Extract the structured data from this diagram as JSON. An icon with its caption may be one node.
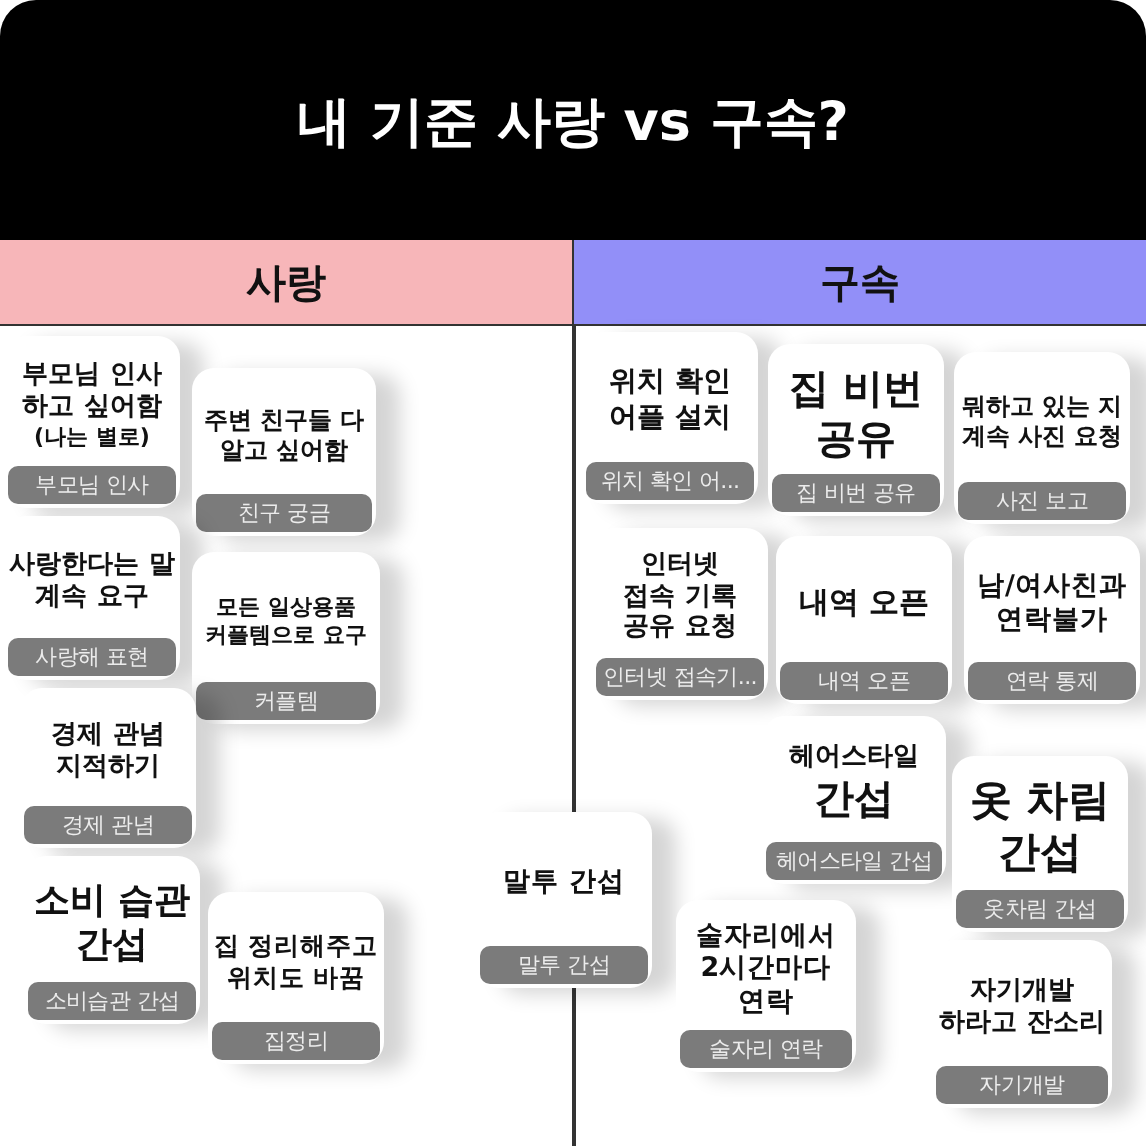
{
  "diagram": {
    "title": "내 기준 사랑 vs 구속?",
    "nodes": [
      {
        "text": [
          "사랑"
        ]
      },
      {
        "text": [
          "구속"
        ]
      },
      {
        "text": [
          "부모님 인사 하고 싶어함",
          "(나는 별로)"
        ]
      },
      {
        "text": [
          "부모님 인사"
        ],
        "in": 2
      },
      {
        "text": [
          "주변 친구들 다 알고 싶어함"
        ]
      },
      {
        "text": [
          "친구 궁금"
        ],
        "in": 4
      },
      {
        "text": [
          "사랑한다는 말 계속 요구"
        ]
      },
      {
        "text": [
          "사랑해 표현"
        ],
        "in": 6
      },
      {
        "text": [
          "모든 일상용품 커플템으로 요구"
        ]
      },
      {
        "text": [
          "커플템"
        ],
        "in": 8
      },
      {
        "text": [
          "경제 관념 지적하기"
        ]
      },
      {
        "text": [
          "경제 관념"
        ],
        "in": 10
      },
      {
        "text": [
          "소비 습관 간섭"
        ]
      },
      {
        "text": [
          "소비습관 간섭"
        ],
        "in": 12
      },
      {
        "text": [
          "집 정리해주고 위치도 바꿈"
        ]
      },
      {
        "text": [
          "집정리"
        ],
        "in": 14
      },
      {
        "text": [
          "말투 간섭"
        ]
      },
      {
        "text": [
          "말투 간섭"
        ],
        "in": 16
      },
      {
        "text": [
          "위치 확인 어플 설치"
        ]
      },
      {
        "text": [
          "위치 확인 어..."
        ],
        "in": 18
      },
      {
        "text": [
          "집 비번 공유"
        ]
      },
      {
        "text": [
          "집 비번 공유"
        ],
        "in": 20
      },
      {
        "text": [
          "뭐하고 있는 지 계속 사진 요청"
        ]
      },
      {
        "text": [
          "사진 보고"
        ],
        "in": 22
      },
      {
        "text": [
          "인터넷 접속 기록 공유 요청"
        ]
      },
      {
        "text": [
          "인터넷 접속기..."
        ],
        "in": 24
      },
      {
        "text": [
          "내역 오픈"
        ]
      },
      {
        "text": [
          "내역 오픈"
        ],
        "in": 26
      },
      {
        "text": [
          "남/여사친과 연락불가"
        ]
      },
      {
        "text": [
          "연락 통제"
        ],
        "in": 28
      },
      {
        "text": [
          "헤어스타일",
          "간섭"
        ]
      },
      {
        "text": [
          "헤어스타일 간섭"
        ],
        "in": 30
      },
      {
        "text": [
          "옷 차림 간섭"
        ]
      },
      {
        "text": [
          "옷차림 간섭"
        ],
        "in": 32
      },
      {
        "text": [
          "술자리에서 2시간마다 연락"
        ]
      },
      {
        "text": [
          "술자리 연락"
        ],
        "in": 34
      },
      {
        "text": [
          "자기개발 하라고 잔소리"
        ]
      },
      {
        "text": [
          "자기개발"
        ],
        "in": 36
      }
    ]
  }
}
